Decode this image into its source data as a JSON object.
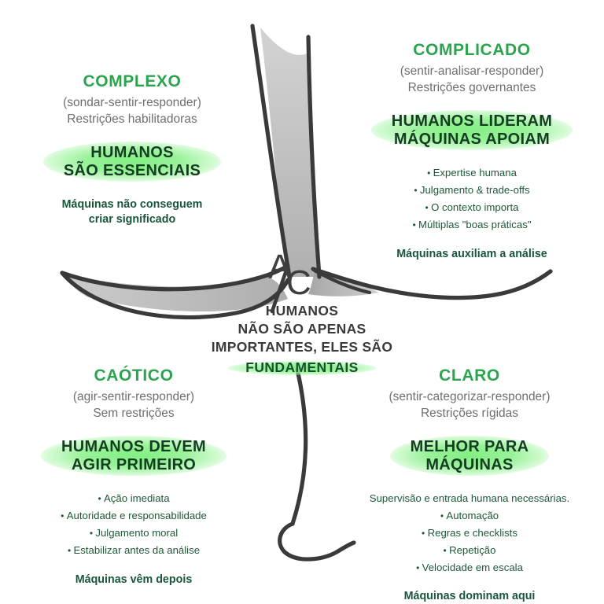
{
  "diagram": {
    "title": "cynefin-humanos-maquinas",
    "colors": {
      "heading_green": "#2aa44e",
      "deep_green": "#143d22",
      "bullet_green": "#1e5937",
      "subtitle_gray": "#6f6f6f",
      "center_text_gray": "#3a3a3a",
      "glow_green": "#7CEE7C",
      "stroke_dark": "#3a3a3a",
      "fill_gray": "#b9b9b9"
    },
    "monogram": {
      "letter_a": "A",
      "letter_c": "C"
    }
  },
  "center": {
    "line1": "HUMANOS",
    "line2": "NÃO SÃO APENAS",
    "line3": "IMPORTANTES, ELES SÃO",
    "highlight": "FUNDAMENTAIS"
  },
  "quadrants": {
    "complexo": {
      "title": "COMPLEXO",
      "process": "(sondar-sentir-responder)",
      "constraints": "Restrições habilitadoras",
      "headline": "HUMANOS\nSÃO ESSENCIAIS",
      "bullets": [],
      "footnote": "Máquinas não conseguem\ncriar significado"
    },
    "complicado": {
      "title": "COMPLICADO",
      "process": "(sentir-analisar-responder)",
      "constraints": "Restrições governantes",
      "headline": "HUMANOS LIDERAM\nMÁQUINAS APOIAM",
      "bullets": [
        "Expertise humana",
        "Julgamento & trade-offs",
        "O contexto importa",
        "Múltiplas \"boas práticas\""
      ],
      "footnote": "Máquinas auxiliam a análise"
    },
    "caotico": {
      "title": "CAÓTICO",
      "process": "(agir-sentir-responder)",
      "constraints": "Sem restrições",
      "headline": "HUMANOS DEVEM\nAGIR PRIMEIRO",
      "bullets": [
        "Ação imediata",
        "Autoridade e responsabilidade",
        "Julgamento moral",
        "Estabilizar antes da análise"
      ],
      "footnote": "Máquinas vêm depois"
    },
    "claro": {
      "title": "CLARO",
      "process": "(sentir-categorizar-responder)",
      "constraints": "Restrições rígidas",
      "headline": "MELHOR PARA\nMÁQUINAS",
      "lead": "Supervisão e entrada humana necessárias.",
      "bullets": [
        "Automação",
        "Regras e checklists",
        "Repetição",
        "Velocidade em escala"
      ],
      "footnote": "Máquinas dominam aqui"
    }
  }
}
